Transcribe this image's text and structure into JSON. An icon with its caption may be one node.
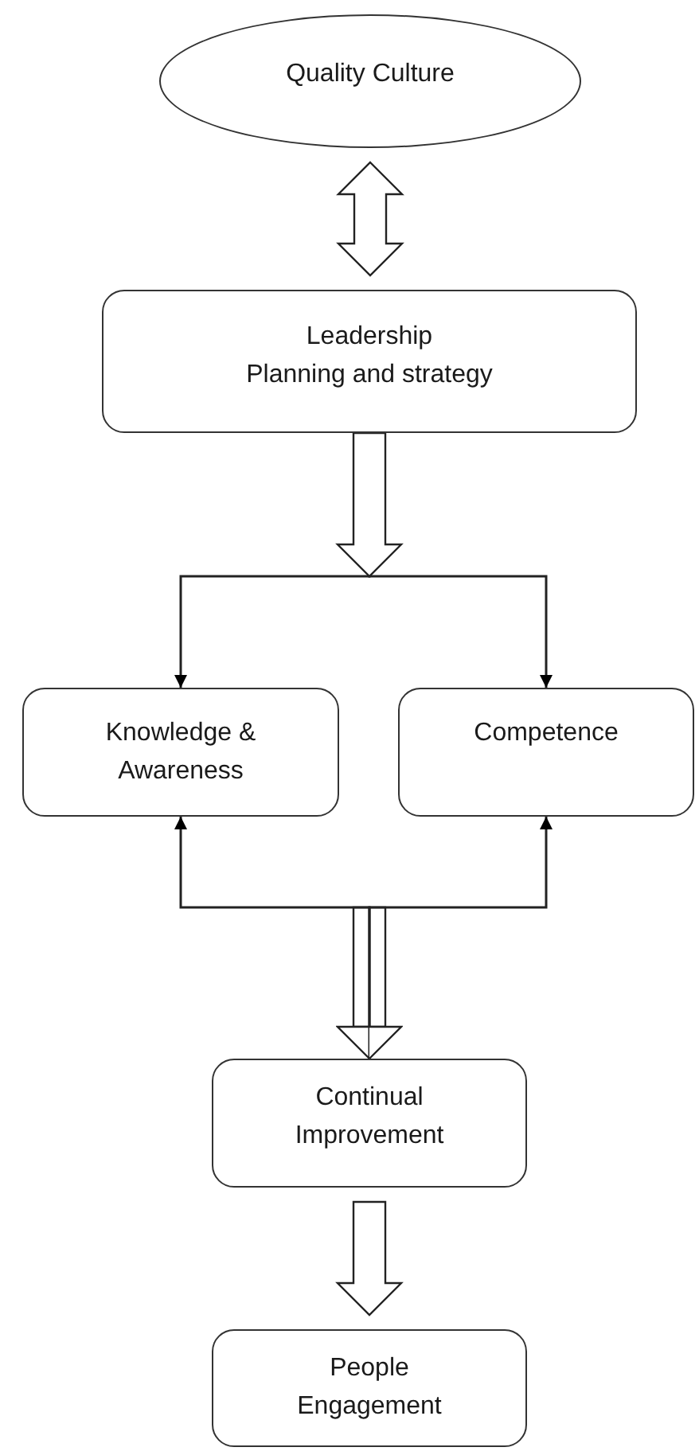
{
  "diagram": {
    "nodes": [
      {
        "text": [
          "Quality Culture"
        ]
      },
      {
        "text": [
          "Leadership",
          "Planning and strategy"
        ]
      },
      {
        "text": [
          "Knowledge & Awareness"
        ]
      },
      {
        "text": [
          "Competence"
        ]
      },
      {
        "text": [
          "Continual Improvement"
        ]
      },
      {
        "text": [
          "People Engagement"
        ]
      }
    ],
    "edges": [
      {
        "from": 0,
        "to": 1,
        "arrow": "both"
      },
      {
        "from": 1,
        "to": 2,
        "arrow": "to"
      },
      {
        "from": 1,
        "to": 3,
        "arrow": "to"
      },
      {
        "from": 2,
        "to": 4,
        "arrow": "both"
      },
      {
        "from": 3,
        "to": 4,
        "arrow": "both"
      },
      {
        "from": 4,
        "to": 5,
        "arrow": "to"
      }
    ]
  }
}
